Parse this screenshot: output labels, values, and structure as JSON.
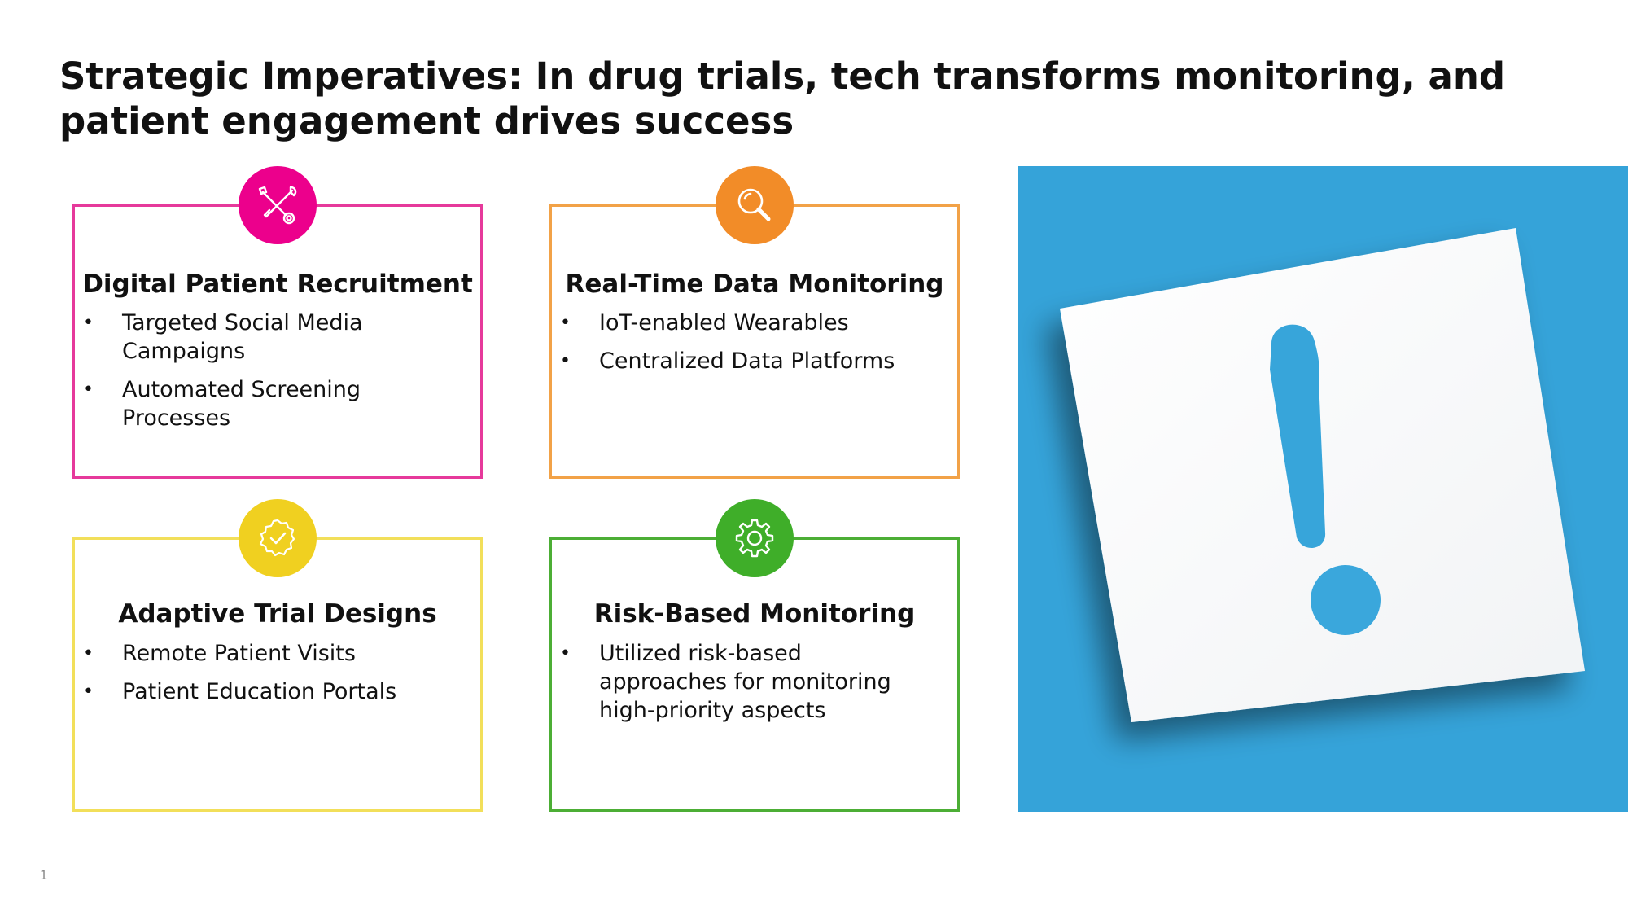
{
  "title": "Strategic Imperatives: In drug trials, tech transforms monitoring, and patient engagement drives success",
  "cards": [
    {
      "heading": "Digital Patient Recruitment",
      "icon": "tools-icon",
      "color": "#ec008c",
      "bullets": [
        "Targeted Social Media Campaigns",
        "Automated Screening Processes"
      ]
    },
    {
      "heading": "Real-Time Data Monitoring",
      "icon": "magnifier-icon",
      "color": "#f28c28",
      "bullets": [
        "IoT-enabled Wearables",
        "Centralized Data Platforms"
      ]
    },
    {
      "heading": "Adaptive Trial Designs",
      "icon": "badge-check-icon",
      "color": "#f0d020",
      "border_color": "#f2df5a",
      "bullets": [
        "Remote Patient Visits",
        "Patient Education Portals"
      ]
    },
    {
      "heading": "Risk-Based Monitoring",
      "icon": "gear-icon",
      "color": "#3fae29",
      "bullets": [
        "Utilized risk-based approaches for monitoring high-priority aspects"
      ]
    }
  ],
  "image": {
    "subject": "exclamation-mark-paper-icon",
    "background_color": "#35a3d9"
  },
  "page_number": "1",
  "bullet_glyph": "•"
}
